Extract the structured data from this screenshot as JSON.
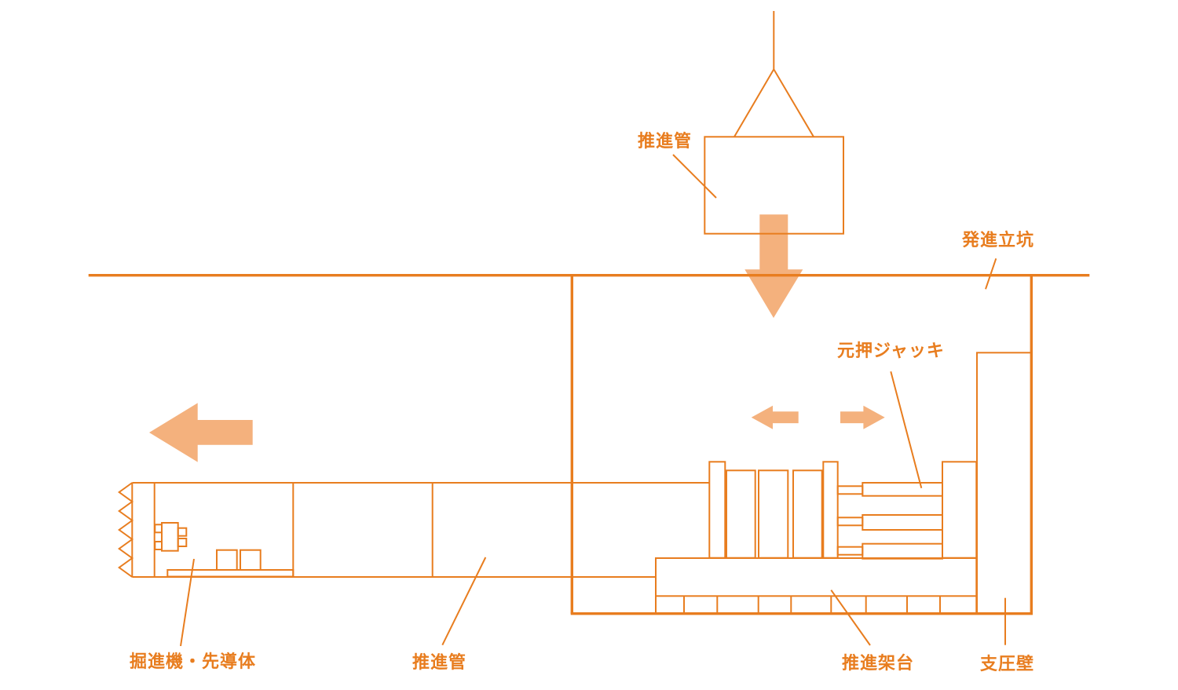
{
  "colors": {
    "line": "#e87d1f",
    "arrow_fill": "#f4b17d",
    "background": "#ffffff"
  },
  "labels": {
    "pipe_top": "推進管",
    "launch_shaft": "発進立坑",
    "main_jack": "元押ジャッキ",
    "machine": "掘進機・先導体",
    "pipe_bottom": "推進管",
    "platform": "推進架台",
    "reaction_wall": "支圧壁"
  },
  "icons": {
    "lowering_arrow": "down-block-arrow",
    "advance_arrow": "left-block-arrow",
    "jack_retract_arrow": "left-block-arrow",
    "jack_extend_arrow": "right-block-arrow"
  }
}
